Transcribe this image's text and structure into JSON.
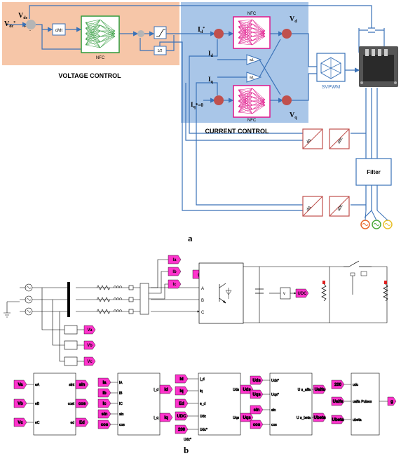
{
  "panel_a": {
    "caption": "a",
    "voltage_control": {
      "title": "VOLTAGE CONTROL",
      "vdc": "V",
      "vdc_sub": "dc",
      "vdc_ref": "V",
      "vdc_ref_sub": "dc",
      "vdc_ref_sup": "*",
      "derivative": "d/dt",
      "nfc": "NFC",
      "half": "1/2",
      "plus": "+",
      "minus": "-"
    },
    "current_control": {
      "title": "CURRENT CONTROL",
      "id_ref": "I",
      "id_ref_sub": "d",
      "id_ref_sup": "*",
      "id": "I",
      "id_sub": "d",
      "iq": "I",
      "iq_sub": "q",
      "iq_ref": "I",
      "iq_ref_sub": "q",
      "iq_ref_tail": "*=0",
      "vd": "V",
      "vd_sub": "d",
      "vq": "V",
      "vq_sub": "q",
      "wl": "wL",
      "nfc": "NFC"
    },
    "svpwm": "SVPWM",
    "filter": "Filter",
    "transform_labels": [
      "dq",
      "abc"
    ]
  },
  "panel_b": {
    "caption": "b",
    "top_tags": {
      "ia": "Ia",
      "ib": "Ib",
      "ic": "Ic",
      "g": "g",
      "udc": "UDC"
    },
    "bridge_ports": [
      "A",
      "B",
      "C"
    ],
    "measure_tags": {
      "va": "Va",
      "vb": "Vb",
      "vc": "Vc"
    },
    "pll": {
      "inputs": [
        "Va",
        "Vb",
        "Vc"
      ],
      "in_ports": [
        "eA",
        "eB",
        "eC"
      ],
      "out_ports": [
        "sint",
        "cost",
        "ed"
      ],
      "outputs": [
        "sin",
        "cos",
        "Ed"
      ]
    },
    "abc_dq": {
      "inputs": [
        "Ia",
        "Ib",
        "Ic",
        "sin",
        "cos"
      ],
      "in_ports": [
        "iA",
        "iB",
        "iC",
        "sin",
        "cos"
      ],
      "out_ports": [
        "i_d",
        "i_q"
      ],
      "outputs": [
        "Id",
        "Iq"
      ]
    },
    "controller": {
      "inputs": [
        "Id",
        "Iq",
        "Ed",
        "UDC",
        "200"
      ],
      "in_ports": [
        "i_d",
        "iq",
        "e_d",
        "Udc",
        "Udc*"
      ],
      "out_ports": [
        "Uds",
        "Uqs"
      ],
      "outputs": [
        "Uds",
        "Uqs"
      ],
      "const_label": "Udc*"
    },
    "dq_alphabeta": {
      "inputs": [
        "Uds",
        "Uqs",
        "sin",
        "cos"
      ],
      "in_ports": [
        "Uds*",
        "Uqs*",
        "sin",
        "cos"
      ],
      "out_ports": [
        "U s_alfa",
        "U s_beta"
      ],
      "outputs": [
        "Ualfa",
        "Ubeta"
      ]
    },
    "pwm": {
      "inputs": [
        "200",
        "Ualfa",
        "Ubeta"
      ],
      "in_ports": [
        "udc",
        "ualfa Pulses",
        "ubeta"
      ],
      "output": "g"
    }
  },
  "colors": {
    "voltage_bg": "#f6c6a8",
    "current_bg": "#a9c6e8",
    "nfc_green": "#2e9a3a",
    "nfc_magenta": "#e0158a",
    "sum_red": "#c0504d",
    "wire_blue": "#3a72b8",
    "tag_magenta": "#ff33cc"
  }
}
